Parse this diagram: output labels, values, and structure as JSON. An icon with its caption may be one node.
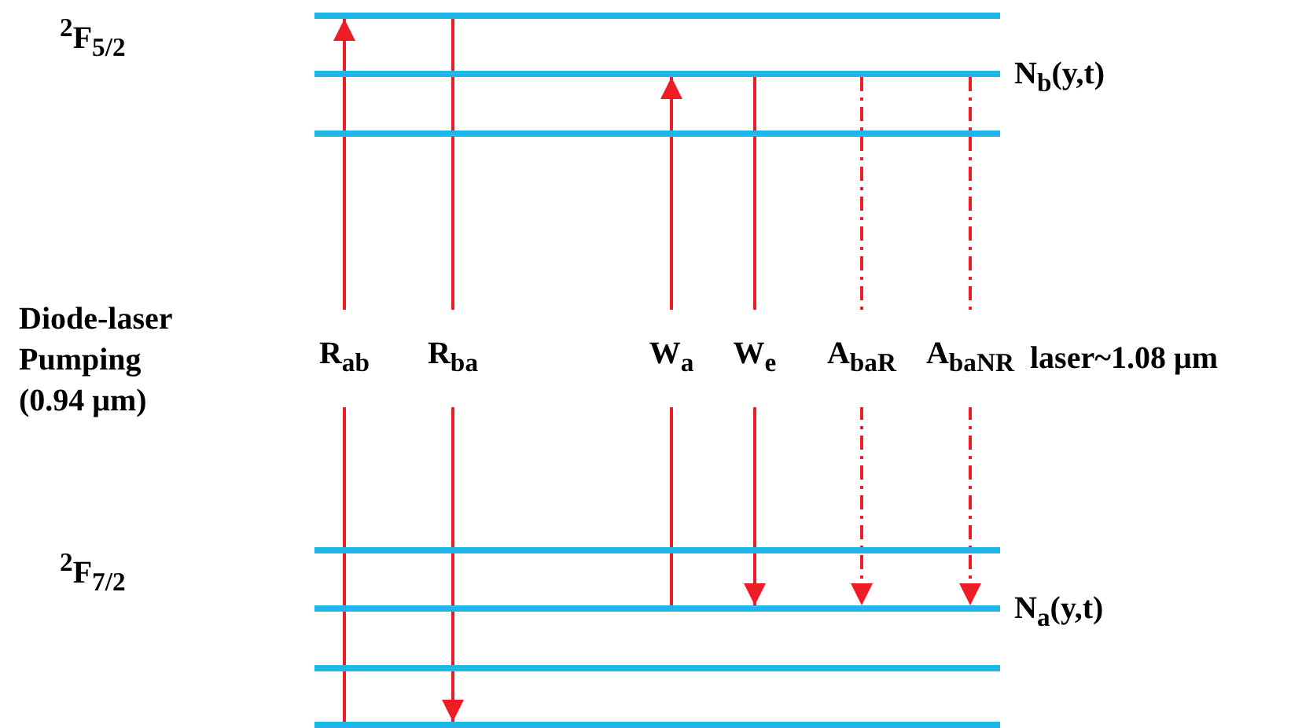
{
  "diagram": {
    "nodes": [
      {
        "text": [],
        "shape": "bar"
      },
      {
        "text": [],
        "shape": "bar",
        "beside": [
          "N$_{b}$(y,t)"
        ]
      },
      {
        "text": [],
        "shape": "bar"
      },
      {
        "text": [],
        "shape": "bar"
      },
      {
        "text": [],
        "shape": "bar",
        "beside": [
          "N$_{a}$(y,t)"
        ]
      },
      {
        "text": [],
        "shape": "bar"
      },
      {
        "text": [],
        "shape": "bar"
      }
    ],
    "edges": [
      {
        "from": 6,
        "to": 0,
        "arrow": "to",
        "label": "R$_{ab}$"
      },
      {
        "from": 0,
        "to": 6,
        "arrow": "to",
        "label": "R$_{ba}$"
      },
      {
        "from": 4,
        "to": 1,
        "arrow": "to",
        "label": "W$_{a}$"
      },
      {
        "from": 1,
        "to": 4,
        "arrow": "to",
        "label": "W$_{e}$"
      },
      {
        "from": 1,
        "to": 4,
        "arrow": "to",
        "label": "A$_{baR}$",
        "style": "dashed"
      },
      {
        "from": 1,
        "to": 4,
        "arrow": "to",
        "label": "A$_{baNR}$",
        "style": "dashed"
      }
    ],
    "labels": [
      "$^{2}$F$_{5/2}$",
      "Diode-laser Pumping (0.94 μm)",
      "laser~1.08 μm",
      "$^{2}$F$_{7/2}$"
    ]
  }
}
